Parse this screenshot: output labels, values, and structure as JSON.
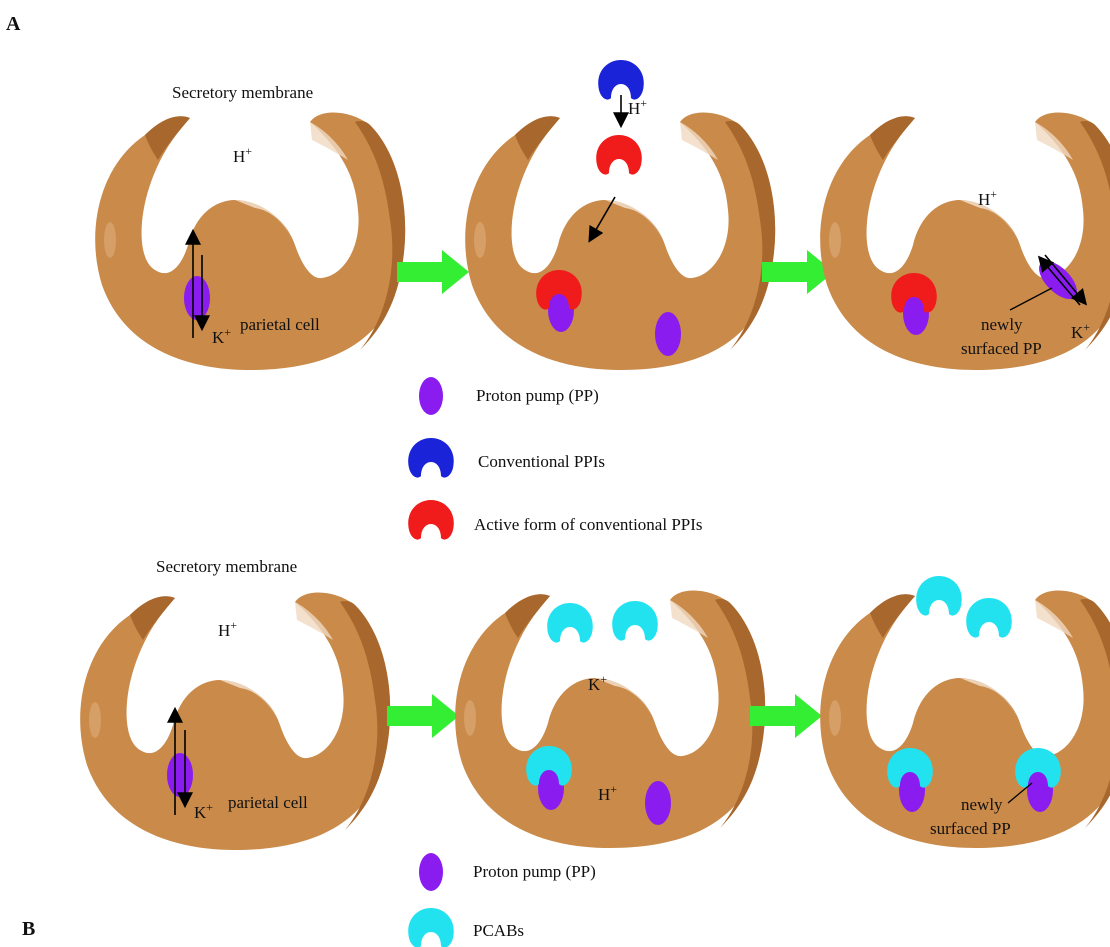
{
  "panel_labels": {
    "a": "A",
    "b": "B"
  },
  "panel_a": {
    "secretory_membrane": "Secretory membrane",
    "h_label": "H",
    "k_label": "K",
    "ion_charge": "+",
    "parietal_cell": "parietal cell",
    "newly_surfaced_line1": "newly",
    "newly_surfaced_line2": "surfaced PP"
  },
  "panel_b": {
    "secretory_membrane": "Secretory membrane",
    "h_label": "H",
    "k_label": "K",
    "ion_charge": "+",
    "parietal_cell": "parietal cell",
    "newly_surfaced_line1": "newly",
    "newly_surfaced_line2": "surfaced PP"
  },
  "legend_a": [
    {
      "label": "Proton pump (PP)",
      "icon": "proton-pump-icon",
      "color": "#8a1cf0"
    },
    {
      "label": "Conventional PPIs",
      "icon": "conventional-ppi-icon",
      "color": "#1a23d8"
    },
    {
      "label": "Active form of conventional PPIs",
      "icon": "active-ppi-icon",
      "color": "#f01b1b"
    }
  ],
  "legend_b": [
    {
      "label": "Proton pump (PP)",
      "icon": "proton-pump-icon",
      "color": "#8a1cf0"
    },
    {
      "label": "PCABs",
      "icon": "pcab-icon",
      "color": "#22e2f0"
    }
  ],
  "colors": {
    "cell": "#c98a4a",
    "cell_dark": "#a8672c",
    "cell_light": "#f0d9c2",
    "arrow": "#33ee33"
  }
}
